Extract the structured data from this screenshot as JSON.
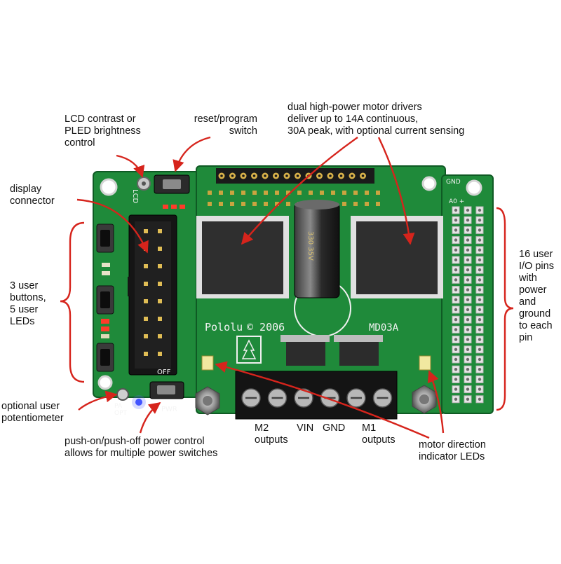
{
  "colors": {
    "board": "#1f8a3a",
    "board_dark": "#11602a",
    "arrow": "#d6241c",
    "chip": "#2a2a2a",
    "header_black": "#151515",
    "gold": "#d9b24a",
    "silkscreen": "#f4f4f4"
  },
  "board": {
    "silk": {
      "brand": "Pololu",
      "year": "© 2006",
      "model": "MD03A",
      "lcd": "LCD",
      "off": "OFF",
      "pwr": "PWR",
      "pa_opt": "PA\nOPT",
      "gnd": "GND",
      "a0": "A0 +",
      "capacitor": "330 35V"
    }
  },
  "callouts": {
    "lcd_contrast": "LCD contrast or\nPLED brightness\ncontrol",
    "reset_switch": "reset/program\nswitch",
    "motor_drivers": "dual high-power motor drivers\ndeliver up to 14A continuous,\n30A peak, with optional current sensing",
    "display_connector": "display\nconnector",
    "user_buttons": "3 user\nbuttons,\n5 user\nLEDs",
    "io_pins": "16 user\nI/O pins\nwith\npower\nand\nground\nto each\npin",
    "potentiometer": "optional user\npotentiometer",
    "power_control": "push-on/push-off power control\nallows for multiple power switches",
    "m2_outputs": "M2\noutputs",
    "vin": "VIN",
    "gnd": "GND",
    "m1_outputs": "M1\noutputs",
    "direction_leds": "motor direction\nindicator LEDs"
  }
}
